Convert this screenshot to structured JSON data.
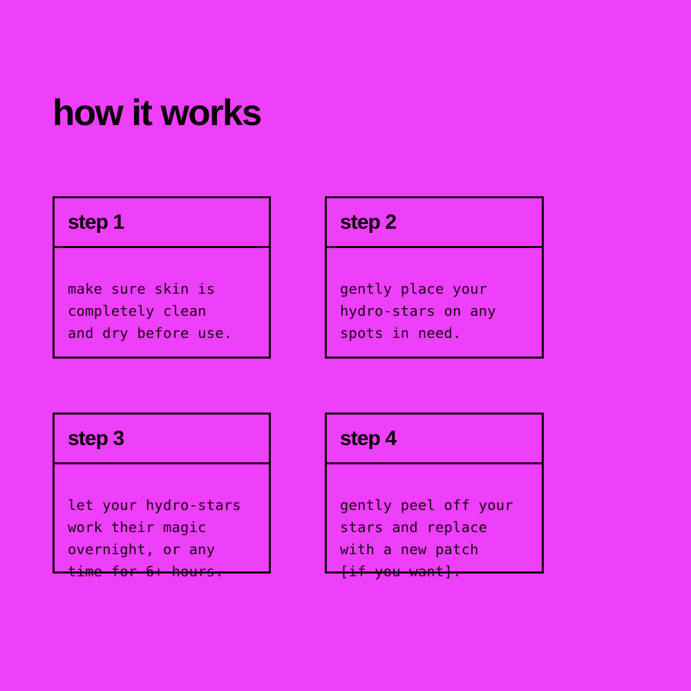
{
  "theme": {
    "background_color": "#ee3ffb",
    "ink_color": "#0b0208",
    "border_color": "#160310",
    "body_text_color": "#1b0616"
  },
  "page": {
    "title": "how it works"
  },
  "steps": [
    {
      "header": "step 1",
      "body": "make sure skin is\ncompletely clean\nand dry before use."
    },
    {
      "header": "step 2",
      "body": "gently place your\nhydro-stars on any\nspots in need."
    },
    {
      "header": "step 3",
      "body": "let your hydro-stars\nwork their magic\novernight, or any\ntime for 6+ hours."
    },
    {
      "header": "step 4",
      "body": "gently peel off your\nstars and replace\nwith a new patch\n[if you want]."
    }
  ]
}
